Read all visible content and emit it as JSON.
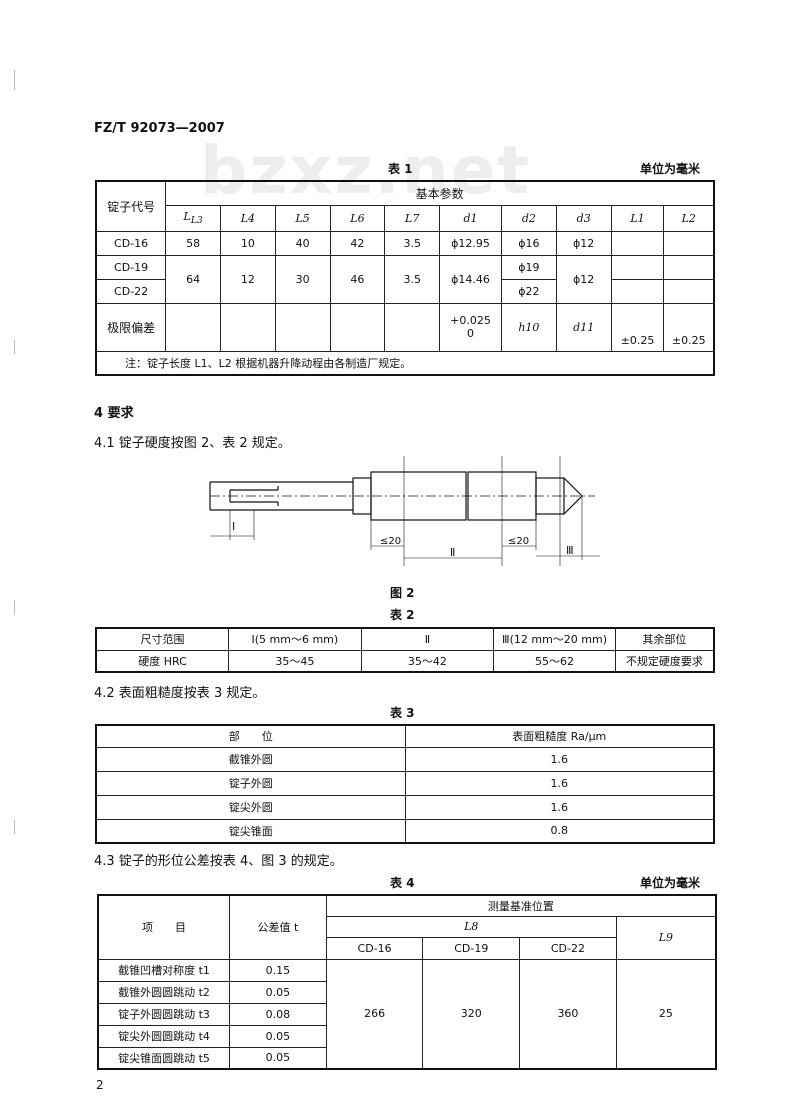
{
  "header": {
    "code": "FZ/T 92073—2007"
  },
  "watermark": "bzxz.net",
  "table1": {
    "title": "表 1",
    "unit": "单位为毫米",
    "rowhead": "锭子代号",
    "group": "基本参数",
    "cols": [
      "L3",
      "L4",
      "L5",
      "L6",
      "L7",
      "d1",
      "d2",
      "d3",
      "L1",
      "L2"
    ],
    "rows": [
      {
        "code": "CD-16",
        "L3": "58",
        "L4": "10",
        "L5": "40",
        "L6": "42",
        "L7": "3.5",
        "d1": "ϕ12.95",
        "d2": "ϕ16",
        "d3": "ϕ12"
      },
      {
        "code": "CD-19",
        "d2": "ϕ19"
      },
      {
        "code": "CD-22",
        "d2": "ϕ22"
      }
    ],
    "merged": {
      "L3": "64",
      "L4": "12",
      "L5": "30",
      "L6": "46",
      "L7": "3.5",
      "d1": "ϕ14.46",
      "d3": "ϕ12"
    },
    "tol": {
      "label": "极限偏差",
      "d1a": "+0.025",
      "d1b": "0",
      "d2": "h10",
      "d3": "d11",
      "L1": "±0.25",
      "L2": "±0.25"
    },
    "note": "注：锭子长度 L1、L2 根据机器升降动程由各制造厂规定。"
  },
  "sec4": "4  要求",
  "sec41": "4.1  锭子硬度按图 2、表 2 规定。",
  "figure": {
    "caption": "图 2",
    "dim1": "≤20",
    "dim2": "≤20",
    "lab1": "Ⅰ",
    "lab2": "Ⅱ",
    "lab3": "Ⅲ"
  },
  "table2": {
    "title": "表 2",
    "head": [
      "尺寸范围",
      "Ⅰ(5 mm～6 mm)",
      "Ⅱ",
      "Ⅲ(12 mm～20 mm)",
      "其余部位"
    ],
    "row": [
      "硬度 HRC",
      "35～45",
      "35～42",
      "55～62",
      "不规定硬度要求"
    ]
  },
  "sec42": "4.2  表面粗糙度按表 3 规定。",
  "table3": {
    "title": "表 3",
    "head": [
      "部　　位",
      "表面粗糙度 Ra/μm"
    ],
    "rows": [
      [
        "截锥外圆",
        "1.6"
      ],
      [
        "锭子外圆",
        "1.6"
      ],
      [
        "锭尖外圆",
        "1.6"
      ],
      [
        "锭尖锥面",
        "0.8"
      ]
    ]
  },
  "sec43": "4.3  锭子的形位公差按表 4、图 3 的规定。",
  "table4": {
    "title": "表 4",
    "unit": "单位为毫米",
    "h_item": "项　　目",
    "h_tol": "公差值 t",
    "h_pos": "测量基准位置",
    "h_L8": "L8",
    "h_L9": "L9",
    "codes": [
      "CD-16",
      "CD-19",
      "CD-22"
    ],
    "items": [
      [
        "截锥凹槽对称度 t1",
        "0.15"
      ],
      [
        "截锥外圆圆跳动 t2",
        "0.05"
      ],
      [
        "锭子外圆圆跳动 t3",
        "0.08"
      ],
      [
        "锭尖外圆圆跳动 t4",
        "0.05"
      ],
      [
        "锭尖锥面圆跳动 t5",
        "0.05"
      ]
    ],
    "vals": [
      "266",
      "320",
      "360",
      "25"
    ]
  },
  "page": "2"
}
